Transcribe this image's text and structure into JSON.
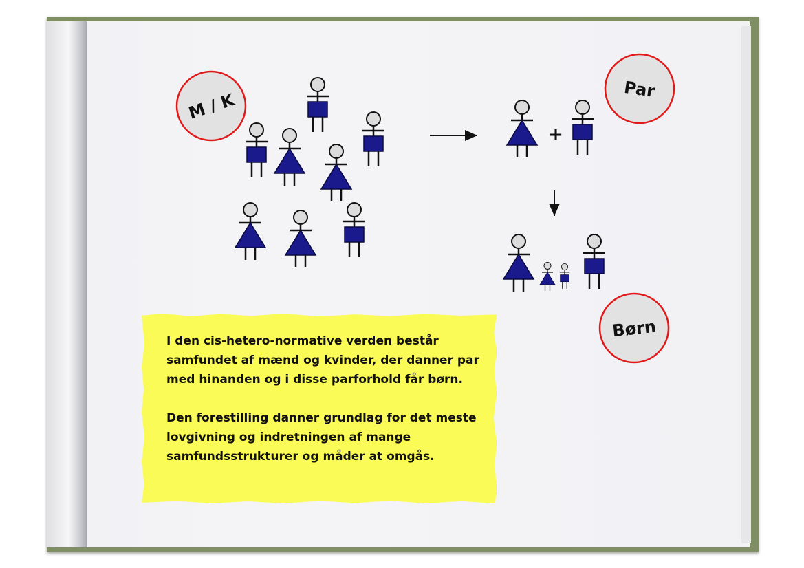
{
  "bubbles": {
    "mk": "M / K",
    "par": "Par",
    "born": "Børn"
  },
  "plus_sign": "+",
  "note": {
    "paragraph1": "I den cis-hetero-normative verden består samfundet af mænd og kvinder, der danner par med hinanden og i disse parforhold får børn.",
    "paragraph2": "Den forestilling danner grundlag for det meste lovgivning og indretningen af mange samfundsstrukturer og måder at omgås."
  },
  "colors": {
    "figure_fill": "#1a1a8c",
    "bubble_border": "#e01a1a",
    "bubble_fill": "#e2e2e2",
    "note_fill": "#fbfb57",
    "book_cover": "#7f8f63"
  }
}
